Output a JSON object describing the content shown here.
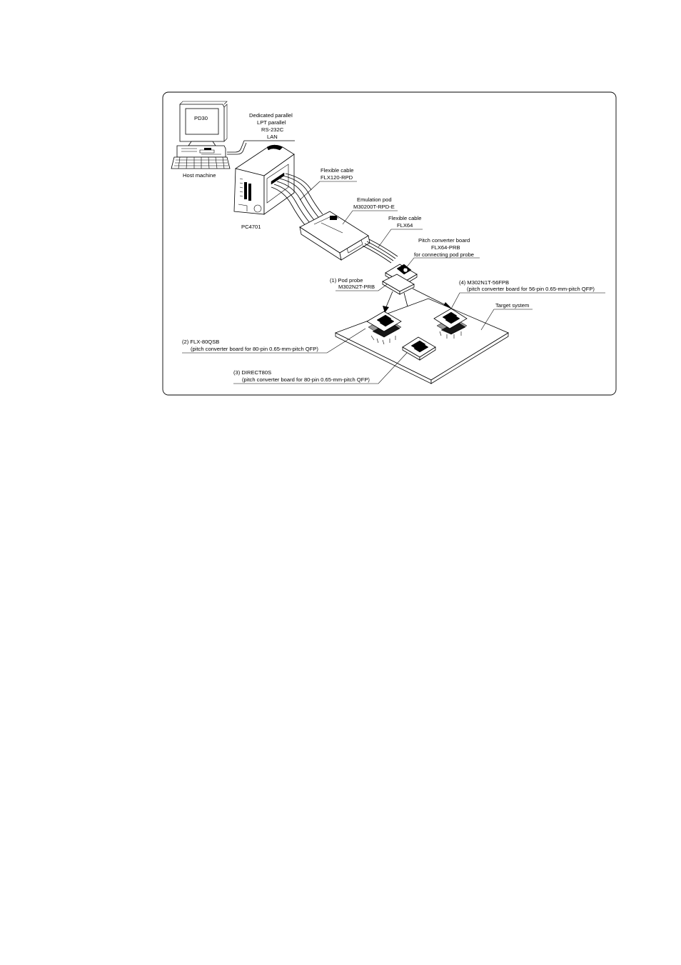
{
  "diagram": {
    "labels": {
      "monitor_screen": "PD30",
      "host_machine": "Host machine",
      "connection_1": "Dedicated parallel",
      "connection_2": "LPT parallel",
      "connection_3": "RS-232C",
      "connection_4": "LAN",
      "pc4701": "PC4701",
      "flex_cable_1_title": "Flexible cable",
      "flex_cable_1_model": "FLX120-RPD",
      "emulation_pod_title": "Emulation pod",
      "emulation_pod_model": "M30200T-RPD-E",
      "flex_cable_2_title": "Flexible cable",
      "flex_cable_2_model": "FLX64",
      "pitch_board_title": "Pitch converter board",
      "pitch_board_model": "FLX64-PRB",
      "pitch_board_desc": "for connecting pod probe",
      "pod_probe_title": "(1) Pod probe",
      "pod_probe_model": "M302N2T-PRB",
      "option4_title": "(4) M302N1T-56FPB",
      "option4_desc": "(pitch converter board for 56-pin 0.65-mm-pitch QFP)",
      "target_system": "Target system",
      "option2_title": "(2) FLX-80QSB",
      "option2_desc": "(pitch converter board for 80-pin 0.65-mm-pitch QFP)",
      "option3_title": "(3) DIRECT80S",
      "option3_desc": "(pitch converter board for 80-pin 0.65-mm-pitch QFP)"
    }
  }
}
